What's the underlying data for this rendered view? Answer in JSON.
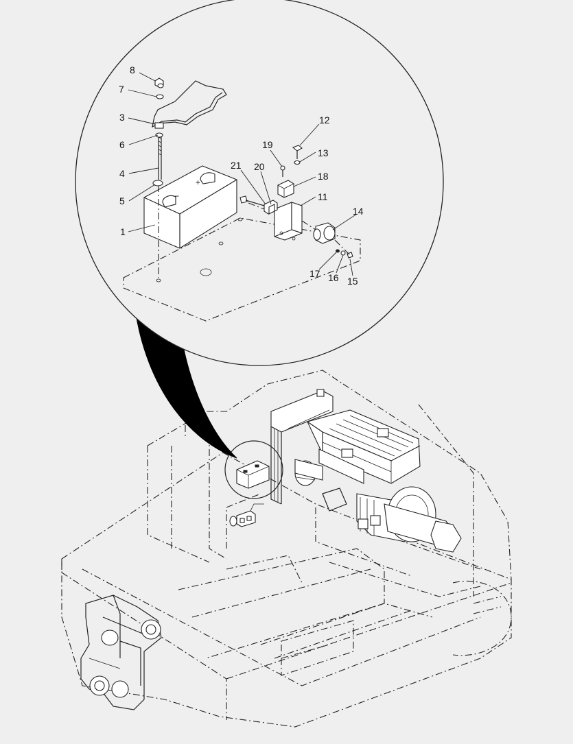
{
  "callouts": [
    {
      "id": "c8",
      "label": "8"
    },
    {
      "id": "c7",
      "label": "7"
    },
    {
      "id": "c3",
      "label": "3"
    },
    {
      "id": "c6",
      "label": "6"
    },
    {
      "id": "c4",
      "label": "4"
    },
    {
      "id": "c5",
      "label": "5"
    },
    {
      "id": "c1",
      "label": "1"
    },
    {
      "id": "c21",
      "label": "21"
    },
    {
      "id": "c20",
      "label": "20"
    },
    {
      "id": "c19",
      "label": "19"
    },
    {
      "id": "c12",
      "label": "12"
    },
    {
      "id": "c13",
      "label": "13"
    },
    {
      "id": "c18",
      "label": "18"
    },
    {
      "id": "c11",
      "label": "11"
    },
    {
      "id": "c14",
      "label": "14"
    },
    {
      "id": "c17",
      "label": "17"
    },
    {
      "id": "c16",
      "label": "16"
    },
    {
      "id": "c15",
      "label": "15"
    }
  ],
  "battery": {
    "plus_symbol": "+",
    "minus_symbol": "−"
  }
}
